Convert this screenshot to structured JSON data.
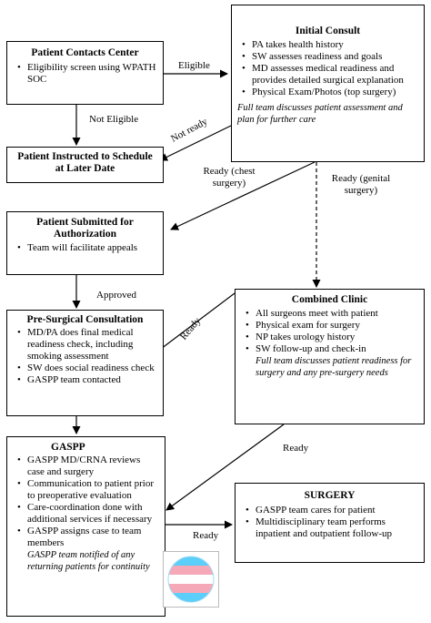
{
  "patient_contacts": {
    "title": "Patient Contacts Center",
    "items": [
      "Eligibility screen using WPATH SOC"
    ]
  },
  "initial_consult": {
    "title": "Initial Consult",
    "items": [
      "PA takes health history",
      "SW assesses readiness and goals",
      "MD assesses medical readiness and provides detailed surgical explanation",
      "Physical Exam/Photos (top surgery)"
    ],
    "note": "Full team discusses patient assessment and plan for further care"
  },
  "schedule_later": {
    "title": "Patient Instructed to Schedule at Later Date"
  },
  "authorization": {
    "title": "Patient Submitted for Authorization",
    "items": [
      "Team will facilitate appeals"
    ]
  },
  "pre_surgical": {
    "title": "Pre-Surgical Consultation",
    "items": [
      "MD/PA does final medical readiness check, including smoking assessment",
      "SW does social readiness check",
      "GASPP team contacted"
    ]
  },
  "combined_clinic": {
    "title": "Combined Clinic",
    "items": [
      "All surgeons meet with patient",
      "Physical exam for surgery",
      "NP takes urology history",
      "SW follow-up and check-in"
    ],
    "note": "Full team discusses patient readiness for surgery and any pre-surgery needs"
  },
  "gaspp": {
    "title": "GASPP",
    "items": [
      "GASPP MD/CRNA reviews case and surgery",
      "Communication to patient prior to preoperative evaluation",
      "Care-coordination done with additional services if necessary",
      "GASPP assigns case to team members"
    ],
    "note": "GASPP team notified of any returning patients for continuity",
    "logo_text": "GASPP"
  },
  "surgery": {
    "title": "SURGERY",
    "items": [
      "GASPP team cares for patient",
      "Multidisciplinary team performs inpatient and outpatient follow-up"
    ]
  },
  "labels": {
    "eligible": "Eligible",
    "not_eligible": "Not Eligible",
    "not_ready": "Not ready",
    "ready_chest": "Ready (chest surgery)",
    "ready_genital": "Ready (genital surgery)",
    "approved": "Approved",
    "ready_pre": "Ready",
    "ready_gaspp": "Ready",
    "ready_surgery": "Ready"
  },
  "logo_colors": {
    "blue": "#5bcefa",
    "pink": "#f5a9b8",
    "white": "#ffffff"
  }
}
